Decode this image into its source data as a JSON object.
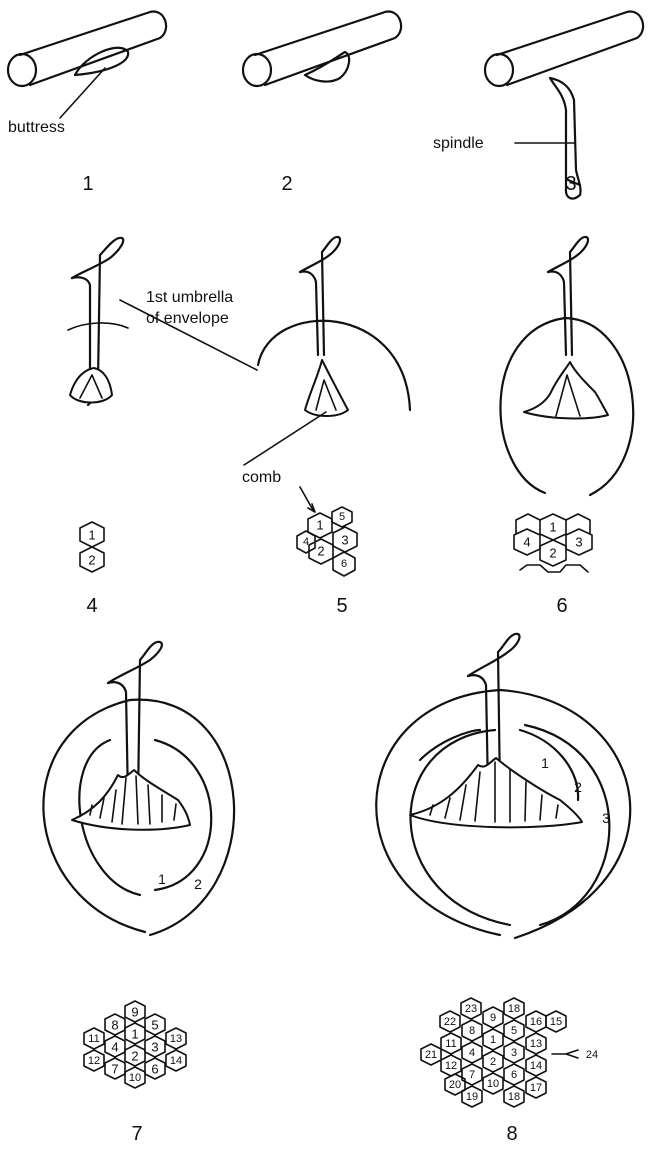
{
  "labels": {
    "buttress": "buttress",
    "spindle": "spindle",
    "umbrella": "1st umbrella",
    "envelope": "of envelope",
    "comb": "comb"
  },
  "stages": [
    "1",
    "2",
    "3",
    "4",
    "5",
    "6",
    "7",
    "8"
  ],
  "envelopes": {
    "s7": [
      "1",
      "2"
    ],
    "s8": [
      "1",
      "2",
      "3"
    ]
  },
  "combs": {
    "s4": [
      "1",
      "2"
    ],
    "s5": [
      "1",
      "5",
      "4",
      "3",
      "2",
      "6"
    ],
    "s6": [
      "1",
      "4",
      "2",
      "3"
    ],
    "s7": [
      "9",
      "8",
      "5",
      "11",
      "4",
      "1",
      "13",
      "12",
      "2",
      "3",
      "7",
      "14",
      "10",
      "6"
    ],
    "s8": [
      "23",
      "18",
      "22",
      "9",
      "8",
      "5",
      "16",
      "11",
      "1",
      "13",
      "21",
      "4",
      "3",
      "12",
      "2",
      "14",
      "7",
      "6",
      "20",
      "17",
      "19",
      "10",
      "18",
      "15",
      "24"
    ]
  }
}
